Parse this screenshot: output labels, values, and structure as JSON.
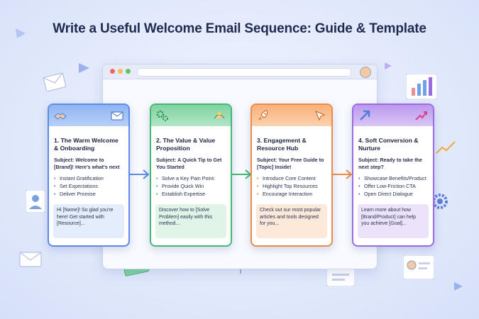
{
  "title": "Write a Useful Welcome Email Sequence: Guide & Template",
  "steps": [
    {
      "title": "1. The Warm Welcome & Onboarding",
      "subject": "Subject: Welcome to [Brand]! Here's what's next",
      "bullets": [
        "Instant Gratification",
        "Set Expectations",
        "Deliver Promise"
      ],
      "note": "Hi [Name]! So glad you're here! Get started with [Resource]...",
      "icons": [
        "handshake-icon",
        "mail-icon"
      ],
      "color": "#5b8ce6"
    },
    {
      "title": "2. The Value & Value Proposition",
      "subject": "Subject: A Quick Tip to Get You Started",
      "bullets": [
        "Solve a Key Pain Point:",
        "Provide Quick Win",
        "Establish Expertise"
      ],
      "note": "Discover how to [Solve Problem] easily with this method...",
      "icons": [
        "gears-icon",
        "hands-icon"
      ],
      "color": "#45b872"
    },
    {
      "title": "3. Engagement & Resource Hub",
      "subject": "Subject: Your Free Guide to [Topic] Inside!",
      "bullets": [
        "Introduce Core Content",
        "Highlight Top Resources",
        "Encourage Interaction"
      ],
      "note": "Check out our most popular articles and tools designed for you...",
      "icons": [
        "rocket-icon",
        "cursor-icon"
      ],
      "color": "#f08c42"
    },
    {
      "title": "4. Soft Conversion & Nurture",
      "subject": "Subject: Ready to take the next step?",
      "bullets": [
        "Showcase Benefits/Product",
        "Offer Low-Friction CTA",
        "Open Direct Dialogue"
      ],
      "note": "Learn more about how [Brand/Product] can help you achieve [Goal]...",
      "icons": [
        "arrow-up-icon",
        "trend-icon"
      ],
      "color": "#9b6ce0"
    }
  ]
}
